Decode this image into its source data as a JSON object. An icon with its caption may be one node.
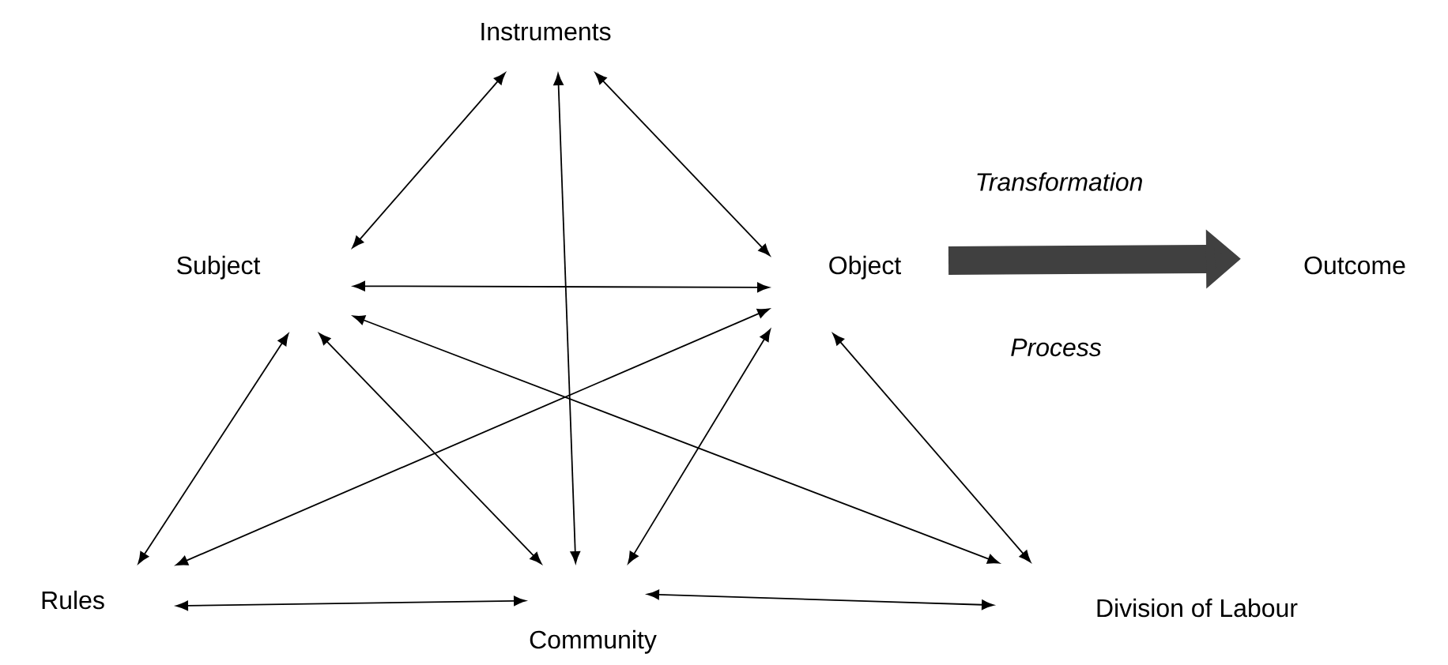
{
  "diagram": {
    "nodes": [
      {
        "text": [
          "Instruments"
        ]
      },
      {
        "text": [
          "Subject"
        ]
      },
      {
        "text": [
          "Object"
        ]
      },
      {
        "text": [
          "Outcome"
        ]
      },
      {
        "text": [
          "Rules"
        ]
      },
      {
        "text": [
          "Community"
        ]
      },
      {
        "text": [
          "Division of Labour"
        ]
      }
    ],
    "edges": [
      {
        "from": 0,
        "to": 1,
        "arrow": "both"
      },
      {
        "from": 0,
        "to": 2,
        "arrow": "both"
      },
      {
        "from": 0,
        "to": 5,
        "arrow": "both"
      },
      {
        "from": 1,
        "to": 2,
        "arrow": "both"
      },
      {
        "from": 1,
        "to": 4,
        "arrow": "both"
      },
      {
        "from": 1,
        "to": 5,
        "arrow": "both"
      },
      {
        "from": 1,
        "to": 6,
        "arrow": "both"
      },
      {
        "from": 2,
        "to": 4,
        "arrow": "both"
      },
      {
        "from": 2,
        "to": 5,
        "arrow": "both"
      },
      {
        "from": 2,
        "to": 6,
        "arrow": "both"
      },
      {
        "from": 4,
        "to": 5,
        "arrow": "both"
      },
      {
        "from": 5,
        "to": 6,
        "arrow": "both"
      },
      {
        "from": 2,
        "to": 3,
        "arrow": "to",
        "style": "thick",
        "color": "#404040",
        "label": "Transformation"
      }
    ],
    "labels": [
      "Process"
    ]
  }
}
